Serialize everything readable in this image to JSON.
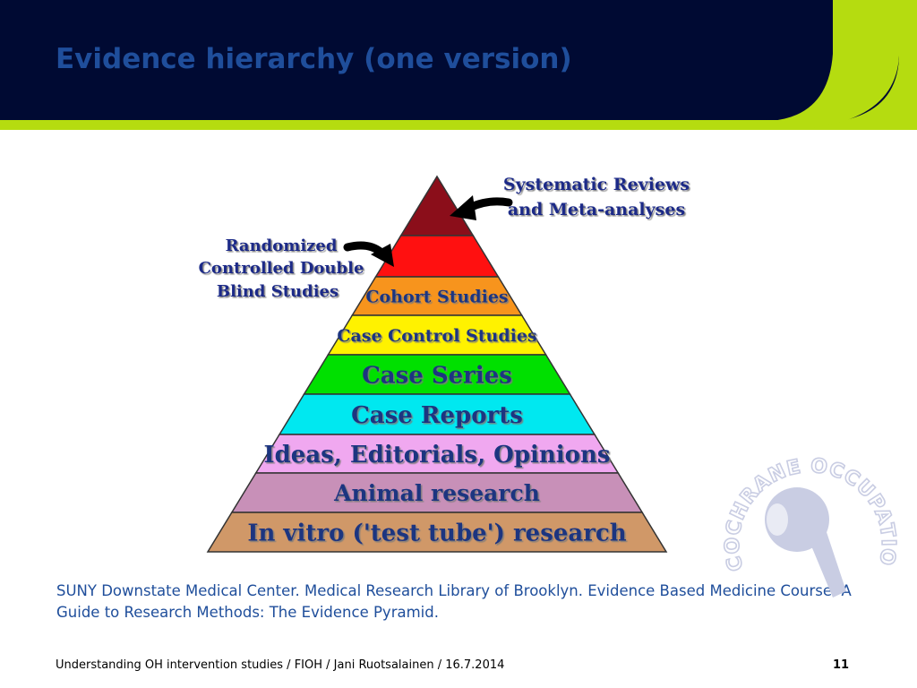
{
  "slide": {
    "title": "Evidence hierarchy (one version)",
    "citation": "SUNY Downstate Medical Center. Medical Research Library of Brooklyn. Evidence Based Medicine Course. A Guide to Research Methods: The Evidence Pyramid.",
    "footer": "Understanding OH intervention studies / FIOH / Jani Ruotsalainen / 16.7.2014",
    "page_number": "11"
  },
  "colors": {
    "header_navy": "#000a33",
    "accent_green": "#b5dc10",
    "title_blue": "#1f4e9b",
    "callout_text": "#1a2a88",
    "level_text": "#1f3480"
  },
  "pyramid": {
    "levels": [
      {
        "label": "",
        "color": "#8b0e1a"
      },
      {
        "label": "",
        "color": "#ff1010"
      },
      {
        "label": "Cohort Studies",
        "color": "#f7941d"
      },
      {
        "label": "Case Control Studies",
        "color": "#fff200"
      },
      {
        "label": "Case Series",
        "color": "#00e000"
      },
      {
        "label": "Case Reports",
        "color": "#00e8f0"
      },
      {
        "label": "Ideas, Editorials, Opinions",
        "color": "#f0a8f0"
      },
      {
        "label": "Animal research",
        "color": "#c890b8"
      },
      {
        "label": "In vitro ('test tube') research",
        "color": "#d09868"
      }
    ],
    "callouts": {
      "top": [
        "Systematic Reviews",
        "and Meta-analyses"
      ],
      "second": [
        "Randomized",
        "Controlled Double",
        "Blind Studies"
      ]
    }
  },
  "logo": {
    "ring_text": "COCHRANE OCCUPATIONAL HEALTH FIELD",
    "icon": "hammer-icon"
  }
}
